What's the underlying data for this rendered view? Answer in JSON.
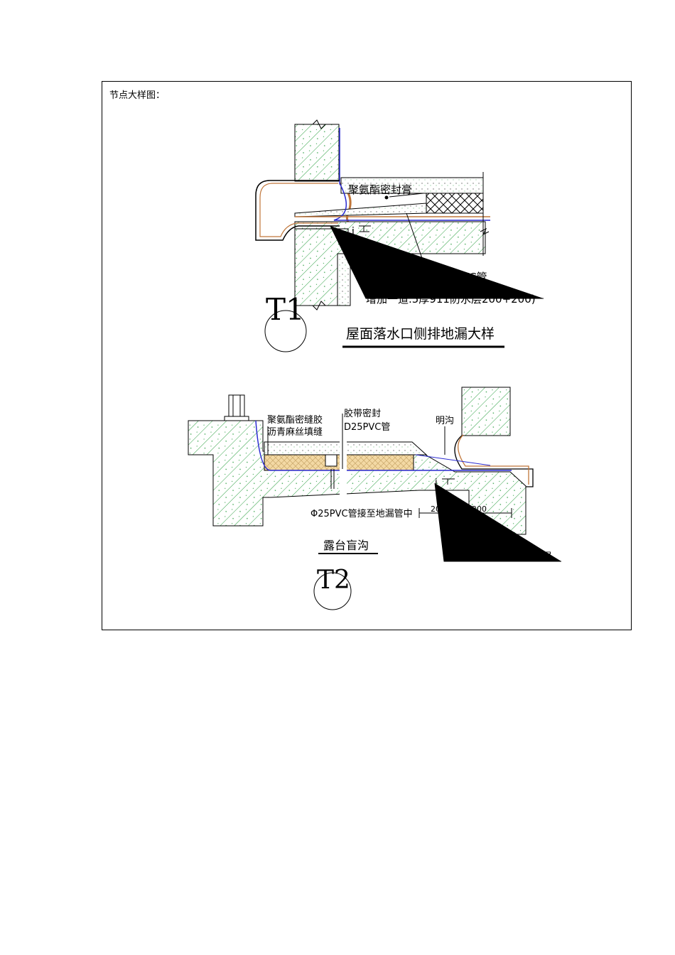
{
  "section_title": "节点大样图：",
  "t1": {
    "tag": "T1",
    "caption": "屋面落水口侧排地漏大样",
    "label_sealant": "聚氨酯密封膏",
    "label_pipe": "Φ25PVC管",
    "label_waterproof": "增加一道.5厚911防水层200+200)",
    "label_slope": "i"
  },
  "t2": {
    "tag": "T2",
    "caption": "露台盲沟",
    "label_sealant_1": "聚氨酯密缝胶",
    "label_sealant_2": "沥青麻丝填缝",
    "label_tape": "胶带密封",
    "label_d25": "D25PVC管",
    "label_ditch": "明沟",
    "label_pipe_to_drain": "Φ25PVC管接至地漏管中",
    "label_waterproof": "增加一道1.5厚911防水层",
    "dim_1": "200",
    "dim_2": "200",
    "label_slope": "i"
  },
  "colors": {
    "hatch": "#2ea043",
    "membrane": "#2a2ad0",
    "sealant": "#c0763a",
    "insulation": "#f3d9a4"
  }
}
